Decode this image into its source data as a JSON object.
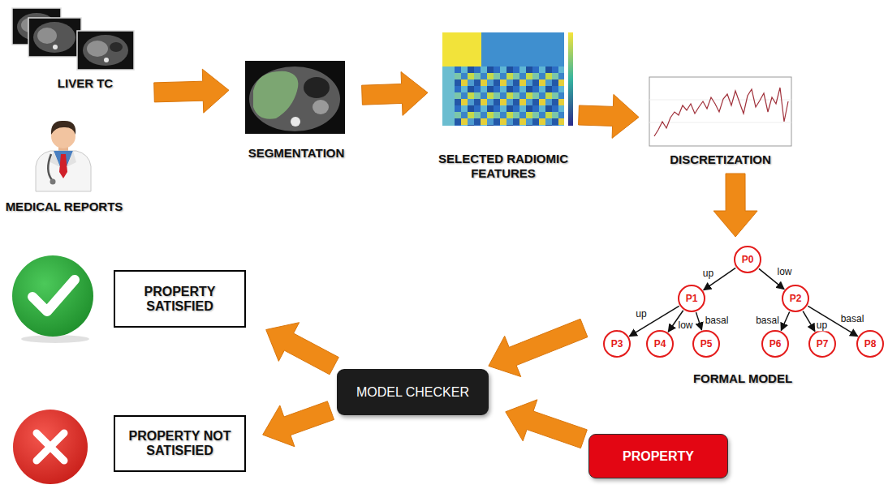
{
  "diagram": {
    "nodes": [
      {
        "text": [
          "LIVER TC"
        ]
      },
      {
        "text": [
          "MEDICAL REPORTS"
        ]
      },
      {
        "text": [
          "SEGMENTATION"
        ]
      },
      {
        "text": [
          "SELECTED RADIOMIC FEATURES"
        ]
      },
      {
        "text": [
          "DISCRETIZATION"
        ]
      },
      {
        "text": [
          "FORMAL MODEL"
        ]
      },
      {
        "text": [
          "P0"
        ],
        "in": 5
      },
      {
        "text": [
          "P1"
        ],
        "in": 5
      },
      {
        "text": [
          "P2"
        ],
        "in": 5
      },
      {
        "text": [
          "P3"
        ],
        "in": 5
      },
      {
        "text": [
          "P4"
        ],
        "in": 5
      },
      {
        "text": [
          "P5"
        ],
        "in": 5
      },
      {
        "text": [
          "P6"
        ],
        "in": 5
      },
      {
        "text": [
          "P7"
        ],
        "in": 5
      },
      {
        "text": [
          "P8"
        ],
        "in": 5
      },
      {
        "text": [
          "PROPERTY SATISFIED"
        ]
      },
      {
        "text": [
          "MODEL CHECKER"
        ]
      },
      {
        "text": [
          "PROPERTY NOT SATISFIED"
        ]
      },
      {
        "text": [
          "PROPERTY"
        ]
      }
    ],
    "edges": [
      {
        "from": 0,
        "to": 2,
        "arrow": "to"
      },
      {
        "from": 2,
        "to": 3,
        "arrow": "to"
      },
      {
        "from": 3,
        "to": 4,
        "arrow": "to"
      },
      {
        "from": 4,
        "to": 5,
        "arrow": "to"
      },
      {
        "from": 6,
        "to": 7,
        "label": "up",
        "arrow": "to"
      },
      {
        "from": 6,
        "to": 8,
        "label": "low",
        "arrow": "to"
      },
      {
        "from": 7,
        "to": 9,
        "label": "up",
        "arrow": "to"
      },
      {
        "from": 7,
        "to": 10,
        "label": "low",
        "arrow": "to"
      },
      {
        "from": 7,
        "to": 11,
        "label": "basal",
        "arrow": "to"
      },
      {
        "from": 8,
        "to": 12,
        "label": "basal",
        "arrow": "to"
      },
      {
        "from": 8,
        "to": 13,
        "label": "up",
        "arrow": "to"
      },
      {
        "from": 8,
        "to": 14,
        "label": "basal",
        "arrow": "to"
      },
      {
        "from": 5,
        "to": 16,
        "arrow": "to"
      },
      {
        "from": 18,
        "to": 16,
        "arrow": "to"
      },
      {
        "from": 16,
        "to": 15,
        "arrow": "to"
      },
      {
        "from": 16,
        "to": 17,
        "arrow": "to"
      }
    ]
  }
}
